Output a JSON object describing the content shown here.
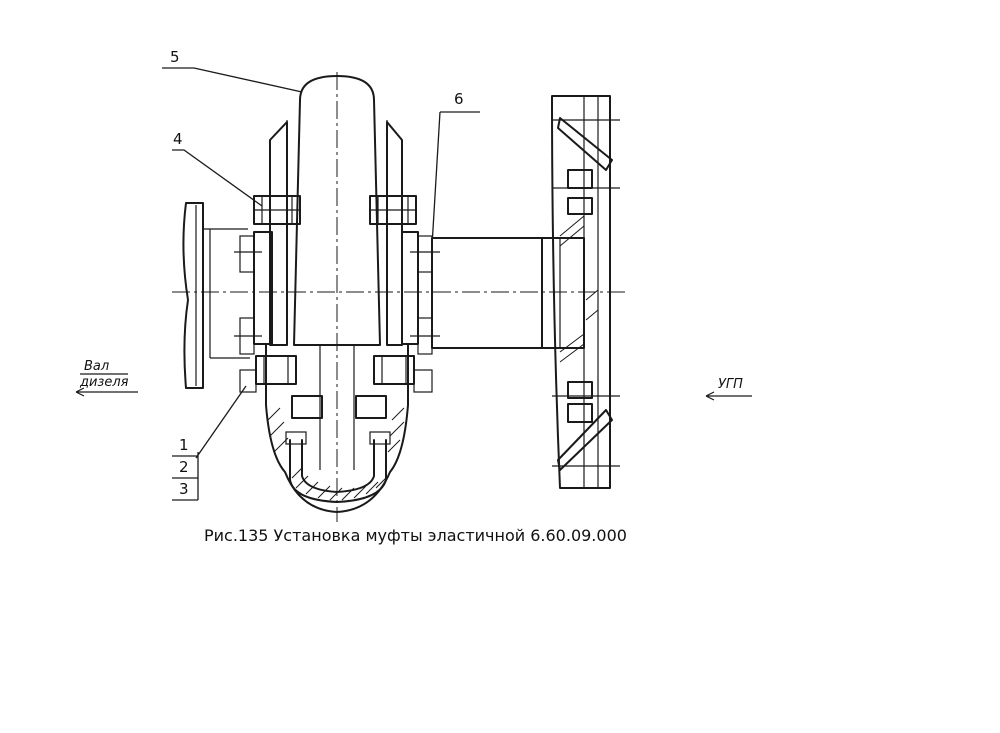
{
  "callouts": {
    "part_5": "5",
    "part_4": "4",
    "part_6": "6",
    "part_1": "1",
    "part_2": "2",
    "part_3": "3"
  },
  "direction_labels": {
    "shaft_line1": "Вал",
    "shaft_line2": "дизеля",
    "ugp": "УГП"
  },
  "caption": "Рис.135 Установка муфты эластичной 6.60.09.000"
}
